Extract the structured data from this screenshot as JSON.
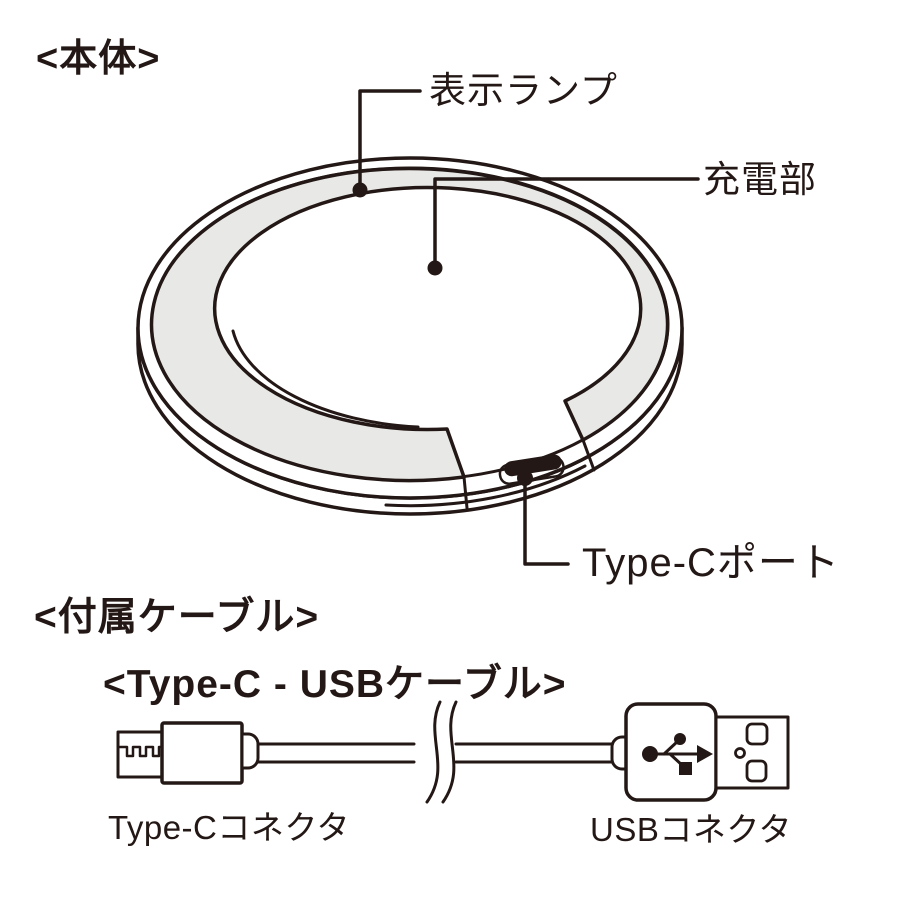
{
  "colors": {
    "ink": "#231815",
    "body_gray": "#e8e9e7",
    "background": "#ffffff"
  },
  "main_unit": {
    "heading": "<本体>",
    "labels": {
      "indicator_lamp": "表示ランプ",
      "charging_area": "充電部",
      "type_c_port": "Type-Cポート"
    }
  },
  "accessory_cable": {
    "heading": "<付属ケーブル>",
    "subheading": "<Type-C - USBケーブル>",
    "labels": {
      "type_c_connector": "Type-Cコネクタ",
      "usb_connector": "USBコネクタ"
    }
  }
}
